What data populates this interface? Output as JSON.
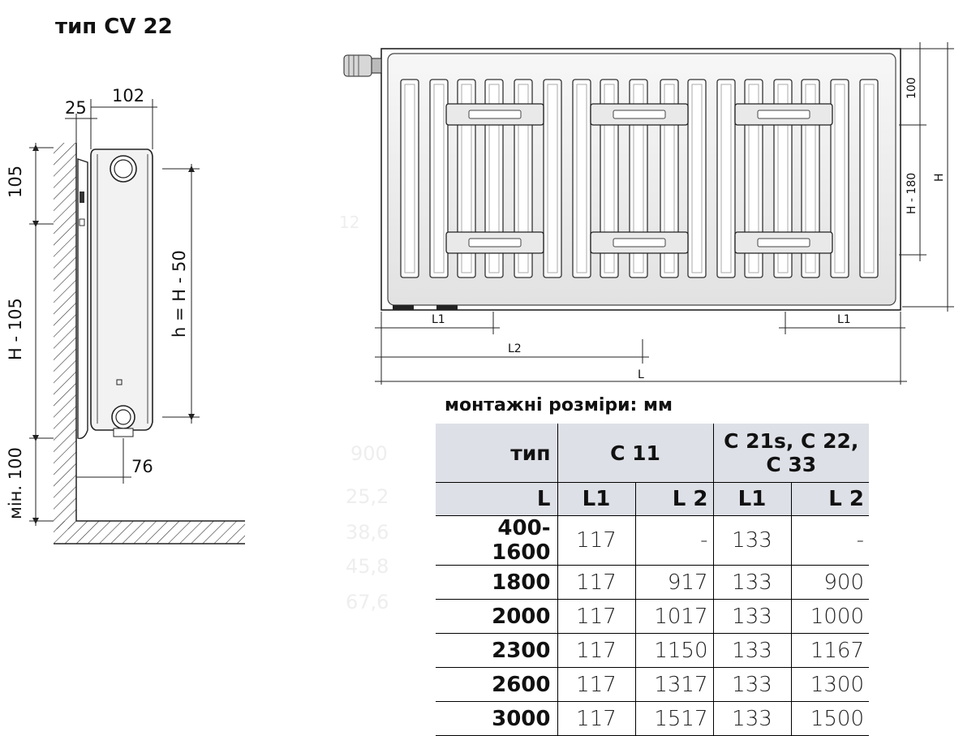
{
  "title": "тип CV 22",
  "side_view": {
    "dims": {
      "depth": "102",
      "offset": "25",
      "top": "105",
      "middle": "H - 105",
      "bottom": "мін. 100",
      "axis_distance": "h = H - 50",
      "wall_gap": "76"
    }
  },
  "front_view": {
    "dims": {
      "top": "100",
      "middle": "H - 180",
      "height": "H",
      "l1_left": "L1",
      "l1_right": "L1",
      "l2": "L2",
      "l": "L"
    }
  },
  "table": {
    "title": "монтажні розміри: мм",
    "header": {
      "type_label": "тип",
      "group1": "С 11",
      "group2_line1": "С 21s,  С 22,",
      "group2_line2": "С 33"
    },
    "subheader": [
      "L",
      "L1",
      "L 2",
      "L1",
      "L 2"
    ],
    "rows": [
      {
        "l": "400-1600",
        "l1a": "117",
        "l2a": "-",
        "l1b": "133",
        "l2b": "-"
      },
      {
        "l": "1800",
        "l1a": "117",
        "l2a": "917",
        "l1b": "133",
        "l2b": "900"
      },
      {
        "l": "2000",
        "l1a": "117",
        "l2a": "1017",
        "l1b": "133",
        "l2b": "1000"
      },
      {
        "l": "2300",
        "l1a": "117",
        "l2a": "1150",
        "l1b": "133",
        "l2b": "1167"
      },
      {
        "l": "2600",
        "l1a": "117",
        "l2a": "1317",
        "l1b": "133",
        "l2b": "1300"
      },
      {
        "l": "3000",
        "l1a": "117",
        "l2a": "1517",
        "l1b": "133",
        "l2b": "1500"
      }
    ]
  },
  "background_watermark": [
    "900",
    "25,2",
    "38,6",
    "45,8",
    "67,6",
    "12"
  ]
}
